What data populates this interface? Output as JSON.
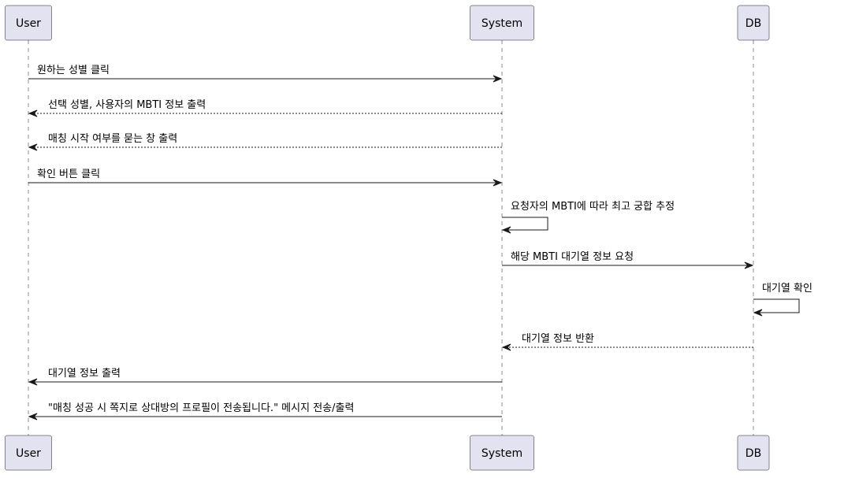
{
  "participants": [
    {
      "id": "user",
      "label": "User"
    },
    {
      "id": "system",
      "label": "System"
    },
    {
      "id": "db",
      "label": "DB"
    }
  ],
  "messages": [
    {
      "from": "user",
      "to": "system",
      "style": "solid",
      "label": "원하는 성별 클릭"
    },
    {
      "from": "system",
      "to": "user",
      "style": "dashed",
      "label": "선택 성별, 사용자의 MBTI 정보 출력"
    },
    {
      "from": "system",
      "to": "user",
      "style": "dashed",
      "label": "매칭 시작 여부를 묻는 창 출력"
    },
    {
      "from": "user",
      "to": "system",
      "style": "solid",
      "label": "확인 버튼 클릭"
    },
    {
      "from": "system",
      "to": "system",
      "style": "solid",
      "label": "요청자의 MBTI에 따라 최고 궁합 추정"
    },
    {
      "from": "system",
      "to": "db",
      "style": "solid",
      "label": "해당 MBTI 대기열 정보 요청"
    },
    {
      "from": "db",
      "to": "db",
      "style": "solid",
      "label": "대기열 확인"
    },
    {
      "from": "db",
      "to": "system",
      "style": "dashed",
      "label": "대기열 정보 반환"
    },
    {
      "from": "system",
      "to": "user",
      "style": "solid",
      "label": "대기열 정보 출력"
    },
    {
      "from": "system",
      "to": "user",
      "style": "solid",
      "label": "\"매칭 성공 시 쪽지로 상대방의 프로필이 전송됩니다.\" 메시지 전송/출력"
    }
  ]
}
